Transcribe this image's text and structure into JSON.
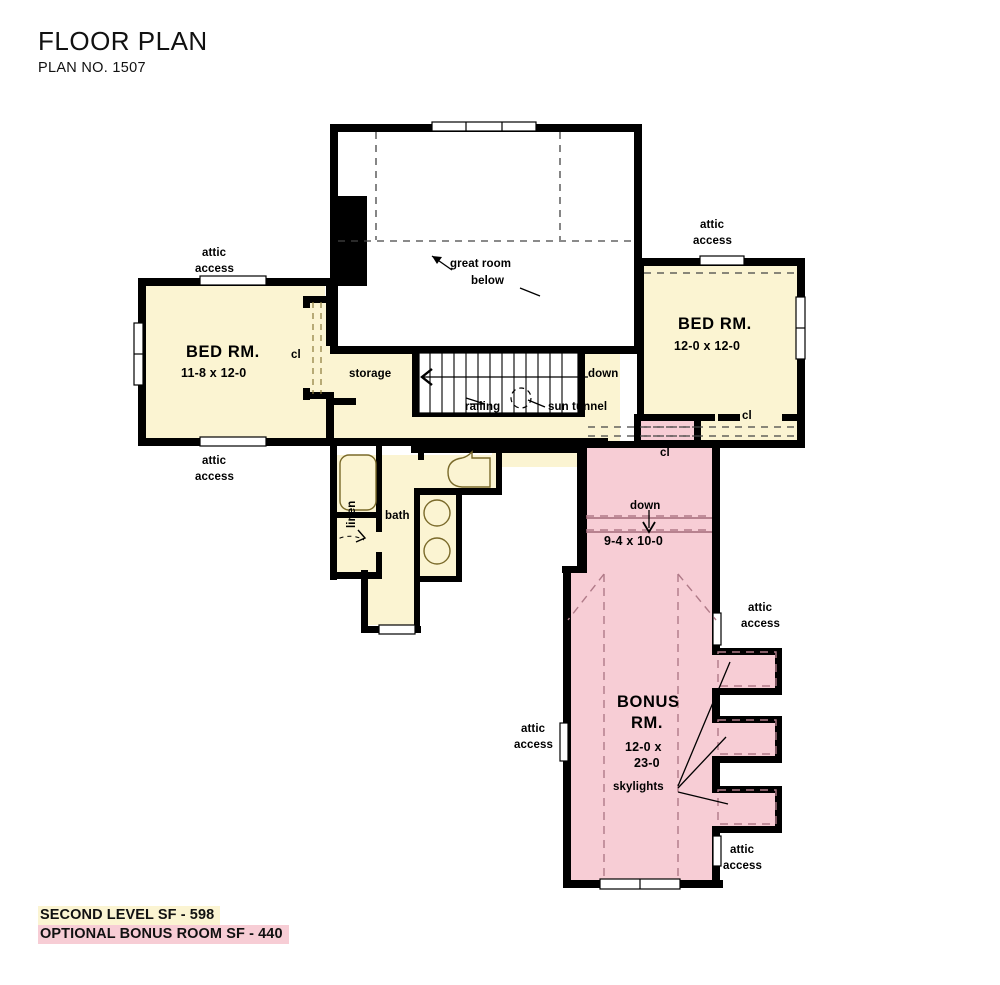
{
  "header": {
    "title": "FLOOR PLAN",
    "plan_number": "PLAN NO. 1507"
  },
  "legend": {
    "second_level": "SECOND LEVEL SF - 598",
    "optional_bonus": "OPTIONAL BONUS ROOM SF - 440"
  },
  "colors": {
    "living_fill": "#fbf4d2",
    "bonus_fill": "#f7cdd5",
    "wall": "#000000",
    "open_area": "#ffffff",
    "background": "#ffffff"
  },
  "plan": {
    "rooms": [
      {
        "key": "bed_rm_left",
        "name": "BED RM.",
        "dimensions": "11-8  x  12-0",
        "fill": "living"
      },
      {
        "key": "bed_rm_right",
        "name": "BED RM.",
        "dimensions": "12-0  x  12-0",
        "fill": "living"
      },
      {
        "key": "bonus_rm",
        "name": "BONUS",
        "name_line2": "RM.",
        "dimensions": "12-0  x",
        "dimensions_line2": "23-0",
        "fill": "bonus"
      },
      {
        "key": "stair_landing",
        "name": "",
        "dimensions": "9-4  x  10-0",
        "fill": "bonus"
      }
    ],
    "labels": {
      "great_room_below_line1": "great  room",
      "great_room_below_line2": "below",
      "storage": "storage",
      "closet": "cl",
      "closet_right": "cl",
      "closet_bonus": "cl",
      "bath": "bath",
      "linen": "linen",
      "railing": "railing",
      "sun_tunnel": "sun  tunnel",
      "down_stair": "down",
      "down_bonus": "down",
      "skylights": "skylights",
      "attic_access_line1": "attic",
      "attic_access_line2": "access"
    },
    "attic_access_count": 6
  }
}
